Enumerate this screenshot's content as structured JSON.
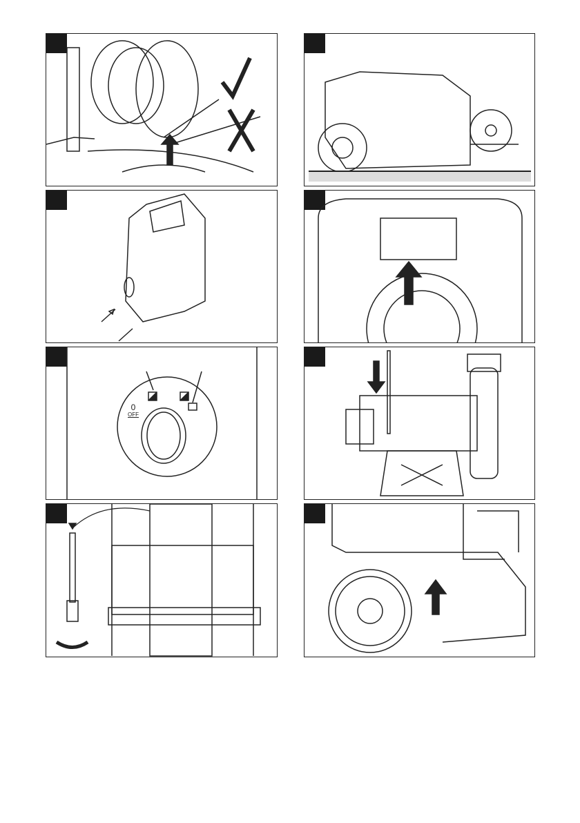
{
  "panels": [
    {
      "id": 1,
      "subject": "hose-reel-removal"
    },
    {
      "id": 2,
      "subject": "unit-lying-on-back"
    },
    {
      "id": 3,
      "subject": "cover-release"
    },
    {
      "id": 4,
      "subject": "tank-lift"
    },
    {
      "id": 5,
      "subject": "selector-dial",
      "dial": {
        "zero": "0",
        "off": "OFF"
      }
    },
    {
      "id": 6,
      "subject": "pump-assembly"
    },
    {
      "id": 7,
      "subject": "nozzle-cleaning"
    },
    {
      "id": 8,
      "subject": "wheel-side-arrow"
    }
  ]
}
